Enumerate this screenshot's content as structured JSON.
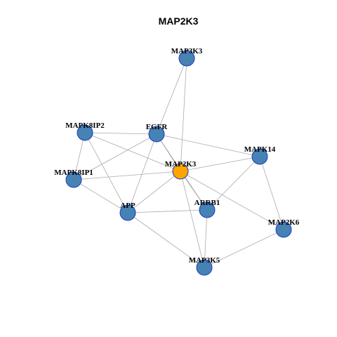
{
  "title": "MAP2K3",
  "colors": {
    "node_fill": "#4682b4",
    "node_border": "#1f3bbf",
    "center_fill": "#ffa500",
    "edge": "#aaaaaa"
  },
  "nodes": [
    {
      "id": "MAP3K3",
      "label": "MAP3K3"
    },
    {
      "id": "MAPK8IP2",
      "label": "MAPK8IP2"
    },
    {
      "id": "EGFR",
      "label": "EGFR"
    },
    {
      "id": "MAPK14",
      "label": "MAPK14"
    },
    {
      "id": "MAP2K3",
      "label": "MAP2K3",
      "center": true
    },
    {
      "id": "MAPK8IP1",
      "label": "MAPK8IP1"
    },
    {
      "id": "APP",
      "label": "APP"
    },
    {
      "id": "ARRB1",
      "label": "ARRB1"
    },
    {
      "id": "MAP2K6",
      "label": "MAP2K6"
    },
    {
      "id": "MAP3K5",
      "label": "MAP3K5"
    }
  ],
  "edges": [
    [
      "MAP3K3",
      "EGFR"
    ],
    [
      "MAP3K3",
      "MAP2K3"
    ],
    [
      "MAPK8IP2",
      "EGFR"
    ],
    [
      "MAPK8IP2",
      "MAP2K3"
    ],
    [
      "MAPK8IP2",
      "MAPK8IP1"
    ],
    [
      "MAPK8IP2",
      "APP"
    ],
    [
      "EGFR",
      "MAPK14"
    ],
    [
      "EGFR",
      "MAP2K3"
    ],
    [
      "EGFR",
      "MAPK8IP1"
    ],
    [
      "EGFR",
      "APP"
    ],
    [
      "EGFR",
      "ARRB1"
    ],
    [
      "MAPK14",
      "MAP2K3"
    ],
    [
      "MAPK14",
      "ARRB1"
    ],
    [
      "MAPK14",
      "MAP2K6"
    ],
    [
      "MAP2K3",
      "MAPK8IP1"
    ],
    [
      "MAP2K3",
      "APP"
    ],
    [
      "MAP2K3",
      "ARRB1"
    ],
    [
      "MAP2K3",
      "MAP2K6"
    ],
    [
      "MAP2K3",
      "MAP3K5"
    ],
    [
      "MAPK8IP1",
      "APP"
    ],
    [
      "APP",
      "ARRB1"
    ],
    [
      "APP",
      "MAP3K5"
    ],
    [
      "ARRB1",
      "MAP3K5"
    ],
    [
      "MAP2K6",
      "MAP3K5"
    ]
  ]
}
